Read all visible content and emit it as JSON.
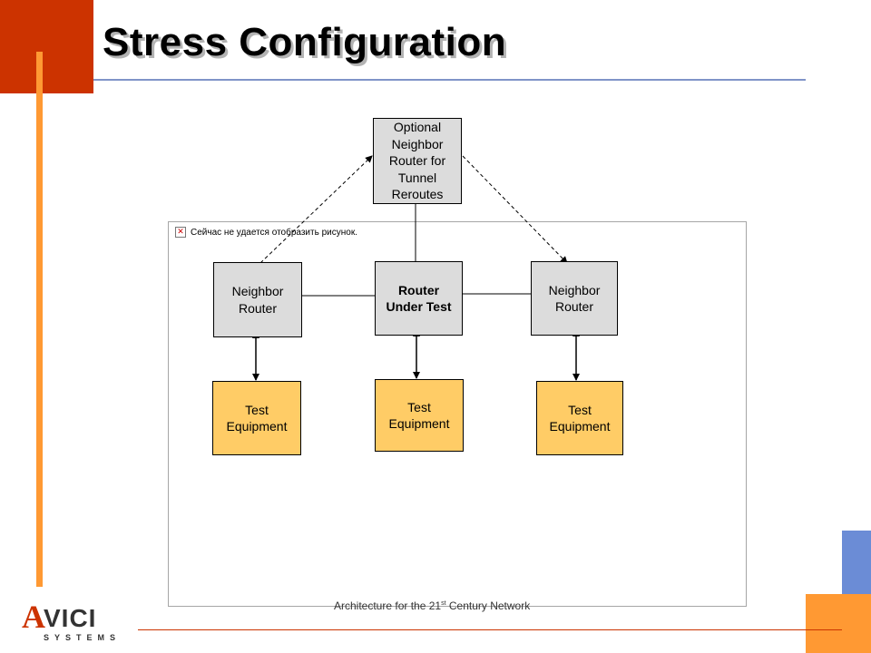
{
  "title": "Stress Configuration",
  "broken_image_text": "Сейчас не удается отобразить рисунок.",
  "footer": {
    "prefix": "Architecture for the 21",
    "superscript": "st",
    "suffix": " Century Network"
  },
  "logo": {
    "brand": "AVICI",
    "sub": "SYSTEMS"
  },
  "colors": {
    "orange_dark": "#cc3300",
    "orange": "#ff9933",
    "blue_line": "#8094c8",
    "blue_block": "#6b8cd6",
    "node_gray": "#dcdcdc",
    "node_yellow": "#ffcc66"
  },
  "diagram": {
    "optional_router": "Optional\nNeighbor\nRouter for\nTunnel\nReroutes",
    "router_under_test": "Router\nUnder Test",
    "left_neighbor": "Neighbor\nRouter",
    "right_neighbor": "Neighbor\nRouter",
    "left_test": "Test\nEquipment",
    "center_test": "Test\nEquipment",
    "right_test": "Test\nEquipment"
  }
}
